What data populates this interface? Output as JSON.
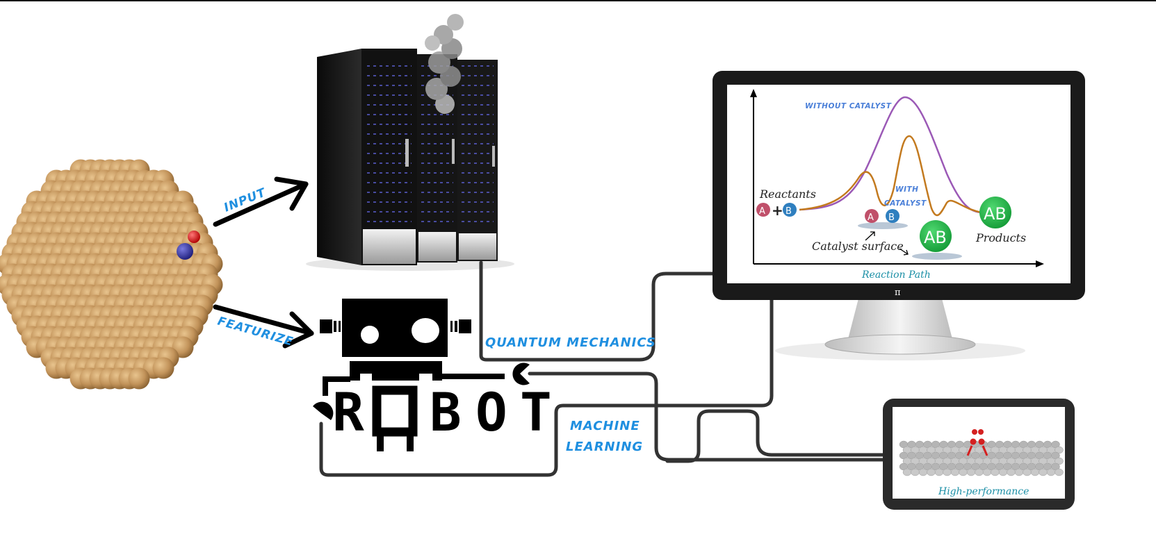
{
  "labels": {
    "input": "INPUT",
    "featurize": "FEATURIZE",
    "quantum_mechanics": "QUANTUM MECHANICS",
    "machine_learning_line1": "MACHINE",
    "machine_learning_line2": "LEARNING",
    "robot": [
      "R",
      "O",
      "B",
      "O",
      "T"
    ]
  },
  "monitor_chart": {
    "without_catalyst": "WITHOUT CATALYST",
    "with_catalyst_line1": "WITH",
    "with_catalyst_line2": "CATALYST",
    "reactants": "Reactants",
    "atom_a": "A",
    "atom_b": "B",
    "plus": "+",
    "product": "AB",
    "products": "Products",
    "catalyst_surface": "Catalyst surface",
    "xlabel": "Reaction Path",
    "brand": "π"
  },
  "tablet": {
    "caption": "High-performance"
  },
  "colors": {
    "label_blue": "#1f8fe0",
    "nanoparticle": "#c79a5a",
    "uncatalyzed_curve": "#9b59b6",
    "catalyzed_curve": "#c37a1f",
    "product_green": "#22b14c",
    "atom_a": "#c0506a",
    "atom_b": "#2f7fbf"
  }
}
